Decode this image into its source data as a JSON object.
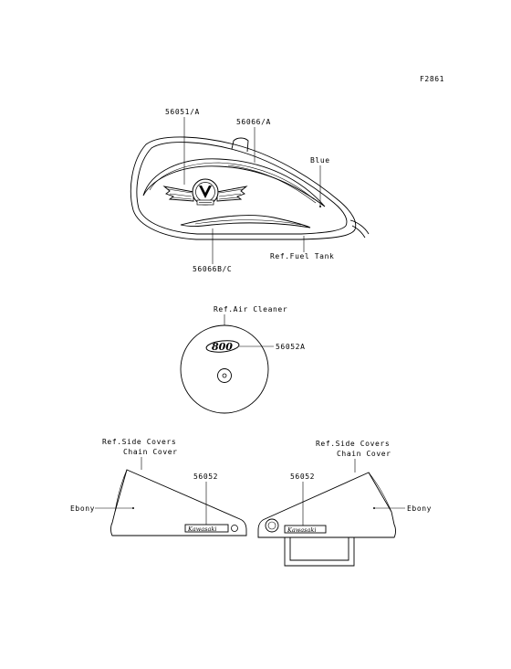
{
  "figure_code": "F2861",
  "fuel_tank": {
    "callout_top_left": "56051/A",
    "callout_top_right": "56066/A",
    "callout_color": "Blue",
    "callout_reference": "Ref.Fuel Tank",
    "callout_bottom": "56066B/C"
  },
  "air_cleaner": {
    "callout_reference": "Ref.Air Cleaner",
    "callout_emblem": "56052A",
    "emblem_text": "800"
  },
  "side_cover_left": {
    "ref_line1": "Ref.Side Covers",
    "ref_line2": "Chain Cover",
    "callout_part": "56052",
    "callout_color": "Ebony",
    "emblem_text": "Kawasaki"
  },
  "side_cover_right": {
    "ref_line1": "Ref.Side Covers",
    "ref_line2": "Chain Cover",
    "callout_part": "56052",
    "callout_color": "Ebony",
    "emblem_text": "Kawasaki"
  }
}
